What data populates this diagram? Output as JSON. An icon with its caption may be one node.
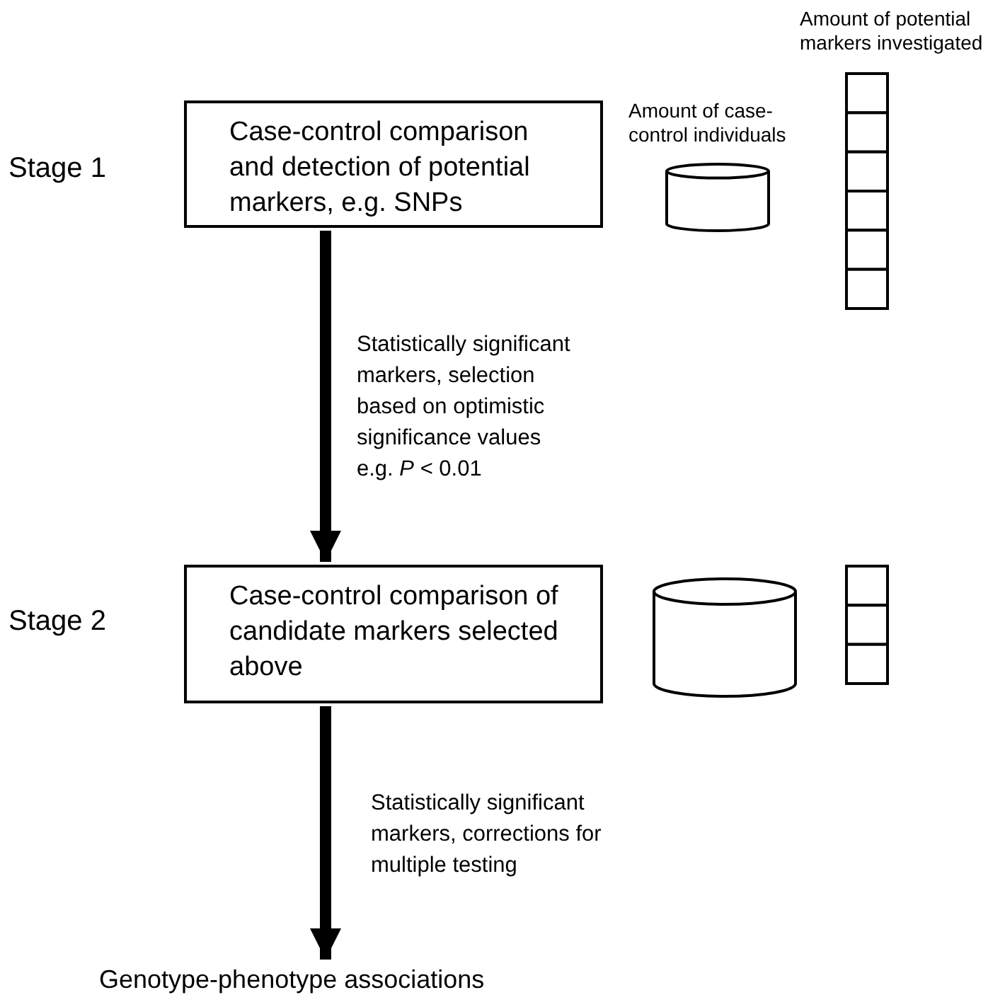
{
  "diagram": {
    "nodes": [
      {
        "text": [
          "Case-control comparison and detection of potential markers, e.g. SNPs"
        ]
      },
      {
        "text": [],
        "shape": "cylinder",
        "beside": [
          "Amount of case-control individuals"
        ]
      },
      {
        "text": [],
        "shape": "bar",
        "beside": [
          "Amount of potential markers investigated"
        ]
      },
      {
        "text": [
          "Case-control comparison of candidate markers selected above"
        ]
      },
      {
        "text": [],
        "shape": "cylinder"
      },
      {
        "text": [],
        "shape": "bar"
      },
      {
        "text": [
          "Genotype-phenotype associations"
        ]
      }
    ],
    "edges": [
      {
        "from": 0,
        "to": 3,
        "arrow": "to",
        "label": "Statistically significant markers, selection based on optimistic significance values e.g. *P* < 0.01"
      },
      {
        "from": 3,
        "to": 6,
        "arrow": "to",
        "label": "Statistically significant markers, corrections for multiple testing"
      }
    ],
    "labels": [
      "Stage 1",
      "Stage 2"
    ]
  }
}
